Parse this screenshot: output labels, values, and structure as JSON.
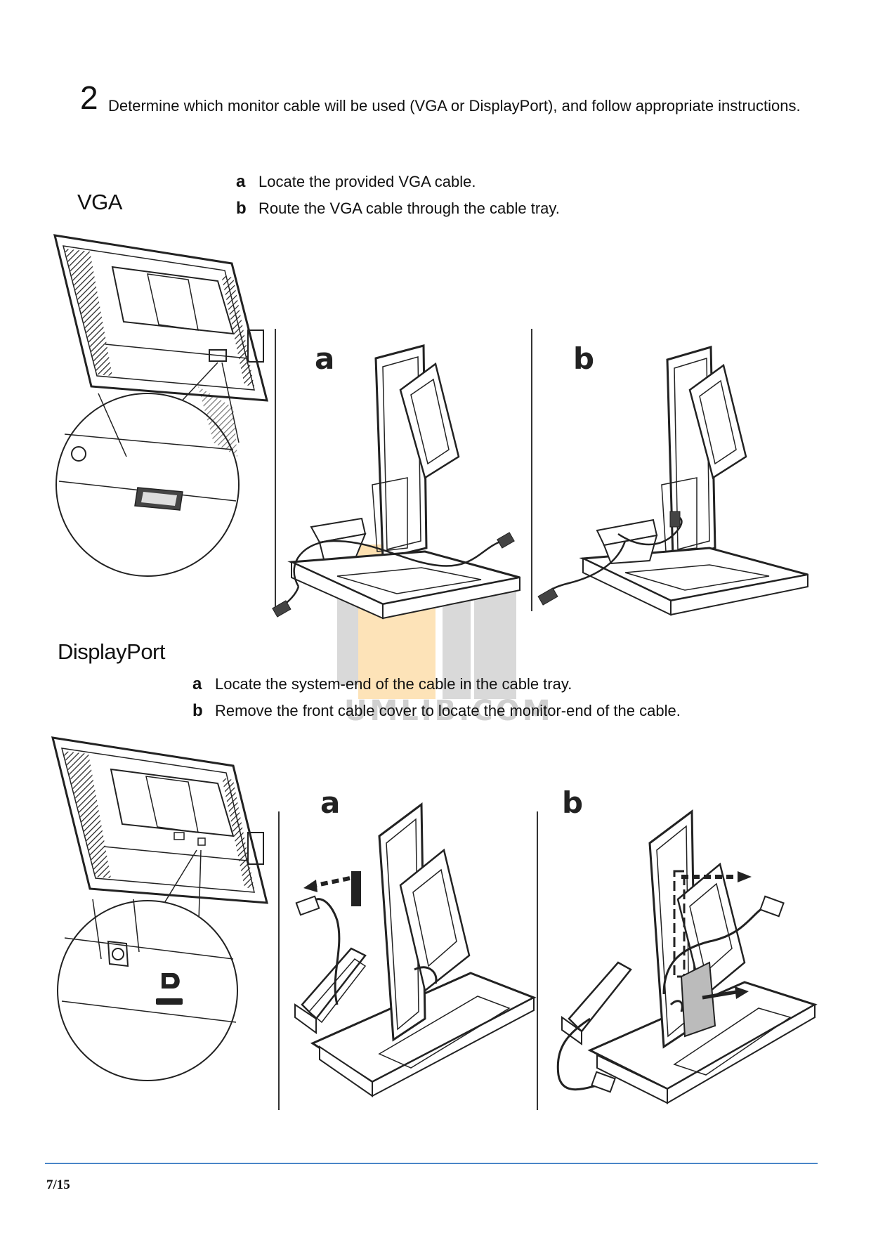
{
  "step": {
    "number": "2",
    "text": "Determine which monitor cable will be used (VGA or DisplayPort), and follow appropriate instructions."
  },
  "vga": {
    "title": "VGA",
    "steps": [
      {
        "letter": "a",
        "text": "Locate the provided VGA cable."
      },
      {
        "letter": "b",
        "text": "Route the VGA cable through the cable tray."
      }
    ],
    "panel_letters": [
      "a",
      "b"
    ]
  },
  "displayport": {
    "title": "DisplayPort",
    "steps": [
      {
        "letter": "a",
        "text": "Locate the system-end of the cable in the cable tray."
      },
      {
        "letter": "b",
        "text": "Remove the front cable cover to locate the monitor-end of the cable."
      }
    ],
    "panel_letters": [
      "a",
      "b"
    ]
  },
  "watermark": {
    "text": "UMLIB.COM",
    "colors": {
      "orange": "#fde0b0",
      "gray": "#d9d9d9"
    }
  },
  "footer": {
    "page": "7/15",
    "rule_color": "#4a86c8"
  }
}
